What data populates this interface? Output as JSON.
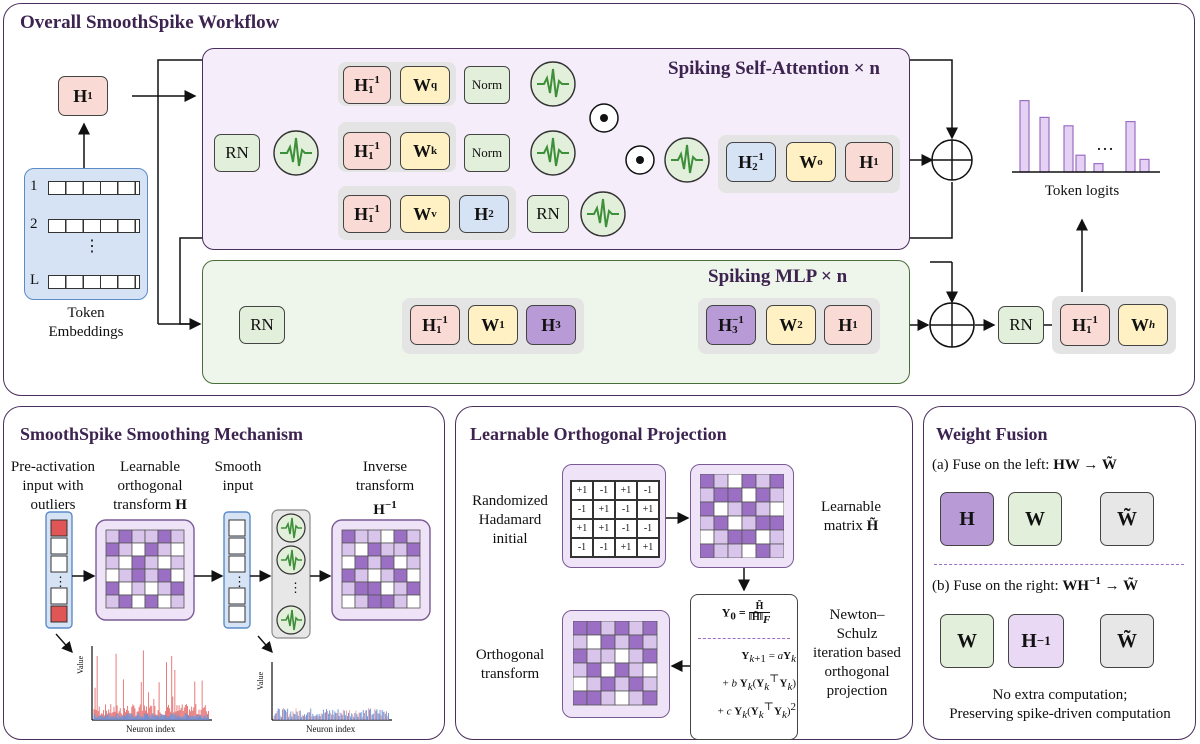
{
  "workflow": {
    "title": "Overall SmoothSpike Workflow",
    "h1_label": "H",
    "h1_sub": "1",
    "token_embeddings": {
      "rows": [
        "1",
        "2",
        "⋮",
        "L"
      ],
      "label_line1": "Token",
      "label_line2": "Embeddings"
    },
    "attention": {
      "title": "Spiking Self-Attention × n",
      "rn": "RN",
      "norm": "Norm",
      "q_row": {
        "hinv": "H",
        "hinv_sup": "−1",
        "hinv_sub": "1",
        "w": "W",
        "w_sub": "q"
      },
      "k_row": {
        "hinv": "H",
        "hinv_sup": "−1",
        "hinv_sub": "1",
        "w": "W",
        "w_sub": "k"
      },
      "v_row": {
        "hinv": "H",
        "hinv_sup": "−1",
        "hinv_sub": "1",
        "w": "W",
        "w_sub": "v",
        "h2": "H",
        "h2_sub": "2"
      },
      "out_group": {
        "h2inv": "H",
        "h2inv_sup": "−1",
        "h2inv_sub": "2",
        "wo": "W",
        "wo_sub": "o",
        "h1": "H",
        "h1_sub": "1"
      }
    },
    "mlp": {
      "title": "Spiking MLP × n",
      "rn": "RN",
      "group1": {
        "hinv": "H",
        "hinv_sup": "−1",
        "hinv_sub": "1",
        "w1": "W",
        "w1_sub": "1",
        "h3": "H",
        "h3_sub": "3"
      },
      "group2": {
        "h3inv": "H",
        "h3inv_sup": "−1",
        "h3inv_sub": "3",
        "w2": "W",
        "w2_sub": "2",
        "h1": "H",
        "h1_sub": "1"
      }
    },
    "head": {
      "rn": "RN",
      "hinv": "H",
      "hinv_sup": "−1",
      "hinv_sub": "1",
      "wh": "W",
      "wh_sub": "h"
    },
    "logits": {
      "label": "Token logits",
      "ellipsis": "…",
      "values": [
        0.85,
        0.65,
        0.55,
        0.2,
        0.1,
        0.6,
        0.15
      ]
    }
  },
  "smoothing": {
    "title": "SmoothSpike Smoothing Mechanism",
    "pre_activation": [
      "Pre-activation",
      "input with",
      "outliers"
    ],
    "learnable_orth": [
      "Learnable",
      "orthogonal",
      "transform"
    ],
    "learnable_orth_sym": "H",
    "smooth_input": [
      "Smooth",
      "input"
    ],
    "inverse": [
      "Inverse",
      "transform"
    ],
    "inverse_sym": "H",
    "inverse_sup": "−1",
    "ellipsis": "⋮",
    "plot_value": "Value",
    "plot_neuron": "Neuron index"
  },
  "orthogonal": {
    "title": "Learnable Orthogonal Projection",
    "randomized": [
      "Randomized",
      "Hadamard",
      "initial"
    ],
    "hadamard": [
      "+1",
      "-1",
      "+1",
      "-1",
      "-1",
      "+1",
      "-1",
      "+1",
      "+1",
      "+1",
      "-1",
      "-1",
      "-1",
      "-1",
      "+1",
      "+1"
    ],
    "learnable_matrix": [
      "Learnable",
      "matrix"
    ],
    "learnable_matrix_sym": "H̃",
    "orthogonal_transform": [
      "Orthogonal",
      "transform"
    ],
    "newton": [
      "Newton–",
      "Schulz",
      "iteration based",
      "orthogonal",
      "projection"
    ]
  },
  "fusion": {
    "title": "Weight Fusion",
    "left_caption": "(a) Fuse on the left:",
    "left_formula": "HW → W̃",
    "right_caption": "(b) Fuse on the right:",
    "right_formula": "WH",
    "right_formula_sup": "−1",
    "right_formula_tail": " → W̃",
    "h": "H",
    "w": "W",
    "wt": "W̃",
    "hinv": "H",
    "hinv_sup": "−1",
    "footer1": "No extra computation;",
    "footer2": "Preserving spike-driven computation"
  },
  "colors": {
    "panel_border": "#4a2f5e",
    "attention_bg": "#f5eefa",
    "mlp_bg": "#eef5ea",
    "neuron_green": "#3e8f3a",
    "matrix_purple": "#9b6fc4",
    "outlier_red": "#e05555"
  }
}
